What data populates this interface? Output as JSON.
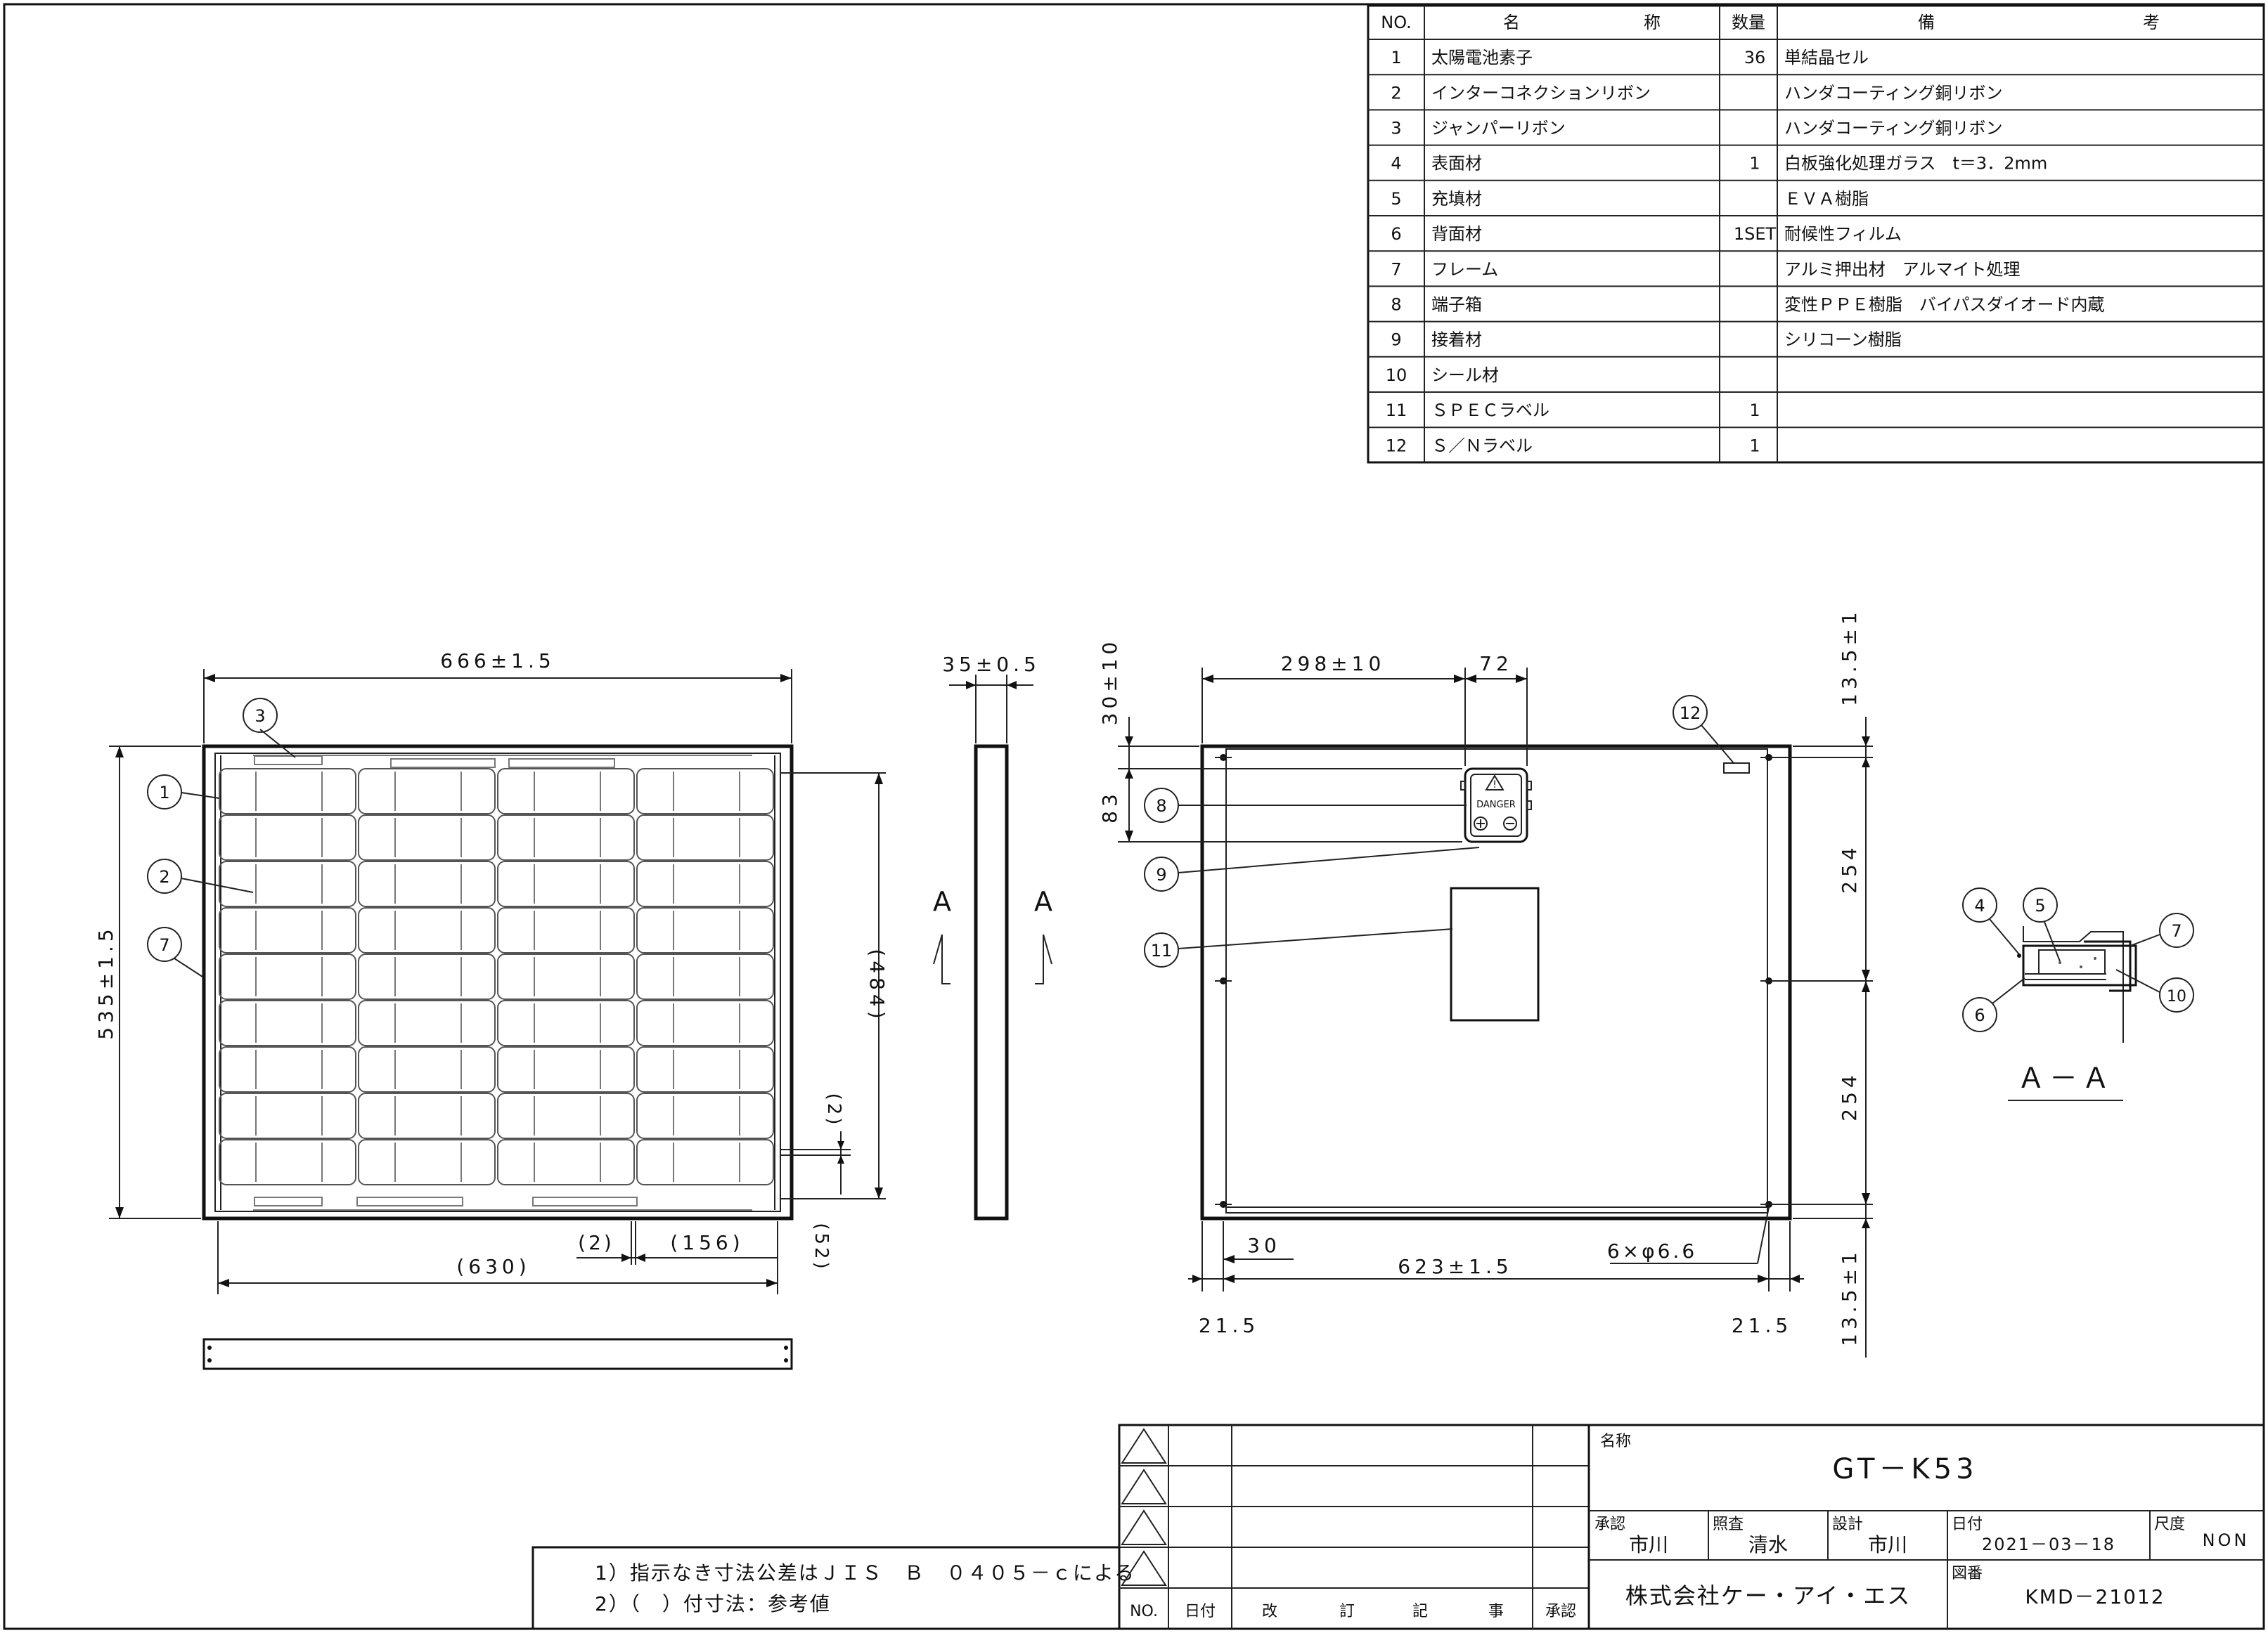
{
  "parts_table": {
    "headers": {
      "no": "NO.",
      "name_1": "名",
      "name_2": "称",
      "qty": "数量",
      "remarks_1": "備",
      "remarks_2": "考"
    },
    "rows": [
      {
        "no": "1",
        "name": "太陽電池素子",
        "qty": "36",
        "remark": "単結晶セル"
      },
      {
        "no": "2",
        "name": "インターコネクションリボン",
        "qty": "",
        "remark": "ハンダコーティング銅リボン"
      },
      {
        "no": "3",
        "name": "ジャンパーリボン",
        "qty": "",
        "remark": "ハンダコーティング銅リボン"
      },
      {
        "no": "4",
        "name": "表面材",
        "qty": "1",
        "remark": "白板強化処理ガラス　t＝3．2mm"
      },
      {
        "no": "5",
        "name": "充填材",
        "qty": "",
        "remark": "ＥＶＡ樹脂"
      },
      {
        "no": "6",
        "name": "背面材",
        "qty": "1SET",
        "remark": "耐候性フィルム"
      },
      {
        "no": "7",
        "name": "フレーム",
        "qty": "",
        "remark": "アルミ押出材　アルマイト処理"
      },
      {
        "no": "8",
        "name": "端子箱",
        "qty": "",
        "remark": "変性ＰＰＥ樹脂　バイパスダイオード内蔵"
      },
      {
        "no": "9",
        "name": "接着材",
        "qty": "",
        "remark": "シリコーン樹脂"
      },
      {
        "no": "10",
        "name": "シール材",
        "qty": "",
        "remark": ""
      },
      {
        "no": "11",
        "name": "ＳＰＥＣラベル",
        "qty": "1",
        "remark": ""
      },
      {
        "no": "12",
        "name": "Ｓ／Ｎラベル",
        "qty": "1",
        "remark": ""
      }
    ]
  },
  "front_view": {
    "dim_width": "666±1.5",
    "dim_height": "535±1.5",
    "dim_inner_height": "(484)",
    "dim_inner_width": "(630)",
    "dim_gap_a": "(2)",
    "dim_cell_pitch": "(156)",
    "dim_gap_b": "(2)",
    "dim_margin": "(52)",
    "balloons": [
      "3",
      "1",
      "2",
      "7"
    ]
  },
  "side_view": {
    "dim_depth": "35±0.5",
    "section_mark": "A"
  },
  "rear_view": {
    "dim_jbox_x": "298±10",
    "dim_jbox_w": "72",
    "dim_top": "30±10",
    "dim_jbox_h": "83",
    "dim_hole_top": "13.5±1",
    "dim_pitch_1": "254",
    "dim_pitch_2": "254",
    "dim_hole_bottom": "13.5±1",
    "dim_30": "30",
    "dim_hole_span": "623±1.5",
    "dim_holes": "6×φ6.6",
    "dim_edge_left": "21.5",
    "dim_edge_right": "21.5",
    "jbox_label": "DANGER",
    "balloons": [
      "8",
      "9",
      "11",
      "12"
    ]
  },
  "section_detail": {
    "title": "Ａ－Ａ",
    "balloons": [
      "4",
      "5",
      "7",
      "6",
      "10"
    ]
  },
  "notes": [
    "1）指示なき寸法公差はＪＩＳ　Ｂ　０４０５－ｃによる",
    "2）（　）付寸法：参考値"
  ],
  "revision_block": {
    "no": "NO.",
    "date": "日付",
    "rev_1": "改",
    "rev_2": "訂",
    "rev_3": "記",
    "rev_4": "事",
    "approval": "承認"
  },
  "title_block": {
    "name_label": "名称",
    "name": "GT－K53",
    "approve_label": "承認",
    "approve": "市川",
    "check_label": "照査",
    "check": "清水",
    "design_label": "設計",
    "design": "市川",
    "date_label": "日付",
    "date": "2021－03－18",
    "scale_label": "尺度",
    "scale": "NON",
    "company": "株式会社ケー・アイ・エス",
    "drawing_no_label": "図番",
    "drawing_no": "KMD－21012"
  }
}
